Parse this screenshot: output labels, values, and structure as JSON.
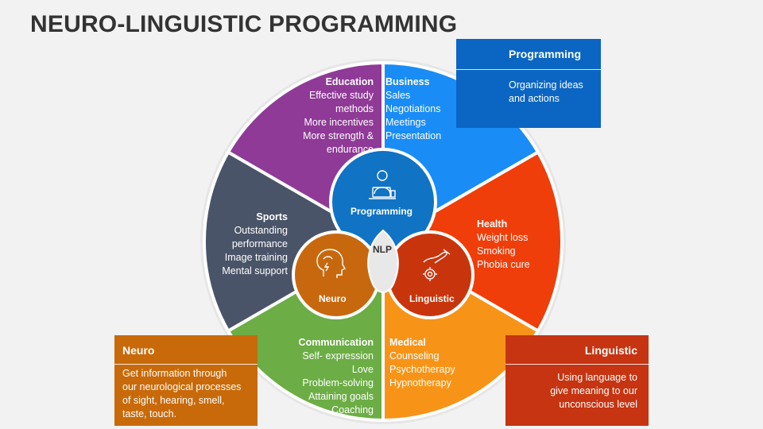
{
  "title": "NEURO-LINGUISTIC PROGRAMMING",
  "colors": {
    "education": "#8e3a96",
    "business": "#1a8cf5",
    "health": "#ef3e0a",
    "medical": "#f79418",
    "communication": "#6cad45",
    "sports": "#4a5468",
    "programming_circle": "#1173c3",
    "neuro_circle": "#c8680e",
    "linguistic_circle": "#c8350d",
    "programming_box": "#0b65c2",
    "neuro_box": "#c86a0a",
    "linguistic_box": "#c63411"
  },
  "segments": {
    "education": {
      "heading": "Education",
      "lines": [
        "Effective study",
        "methods",
        "More incentives",
        "More strength &",
        "endurance"
      ]
    },
    "business": {
      "heading": "Business",
      "lines": [
        "Sales",
        "Negotiations",
        "Meetings",
        "Presentation"
      ]
    },
    "health": {
      "heading": "Health",
      "lines": [
        "Weight loss",
        "Smoking",
        "Phobia cure"
      ]
    },
    "medical": {
      "heading": "Medical",
      "lines": [
        "Counseling",
        "Psychotherapy",
        "Hypnotherapy"
      ]
    },
    "communication": {
      "heading": "Communication",
      "lines": [
        "Self- expression",
        "Love",
        "Problem-solving",
        "Attaining goals",
        "Coaching"
      ]
    },
    "sports": {
      "heading": "Sports",
      "lines": [
        "Outstanding",
        "performance",
        "Image training",
        "Mental support"
      ]
    }
  },
  "center": {
    "programming": "Programming",
    "neuro": "Neuro",
    "linguistic": "Linguistic",
    "nlp": "NLP",
    "icons": [
      "person-laptop-icon",
      "head-brain-icon",
      "hand-gear-icon"
    ]
  },
  "boxes": {
    "programming": {
      "title": "Programming",
      "text": [
        "Organizing ideas",
        "and actions"
      ]
    },
    "neuro": {
      "title": "Neuro",
      "text": [
        "Get information through",
        "our neurological processes",
        "of sight, hearing, smell,",
        "taste, touch."
      ]
    },
    "linguistic": {
      "title": "Linguistic",
      "text": [
        "Using language to",
        "give meaning to our",
        "unconscious level"
      ]
    }
  }
}
